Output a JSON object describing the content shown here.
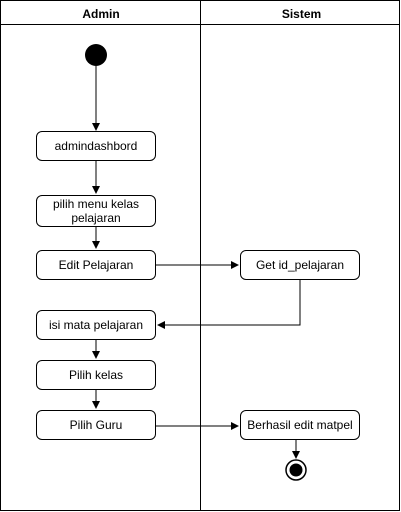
{
  "lanes": {
    "left_title": "Admin",
    "right_title": "Sistem"
  },
  "activities": {
    "admindashbord": "admindashbord",
    "pilih_menu": "pilih menu kelas pelajaran",
    "edit_pelajaran": "Edit Pelajaran",
    "get_id": "Get id_pelajaran",
    "isi_mata": "isi mata pelajaran",
    "pilih_kelas": "Pilih kelas",
    "pilih_guru": "Pilih Guru",
    "berhasil": "Berhasil edit matpel"
  }
}
